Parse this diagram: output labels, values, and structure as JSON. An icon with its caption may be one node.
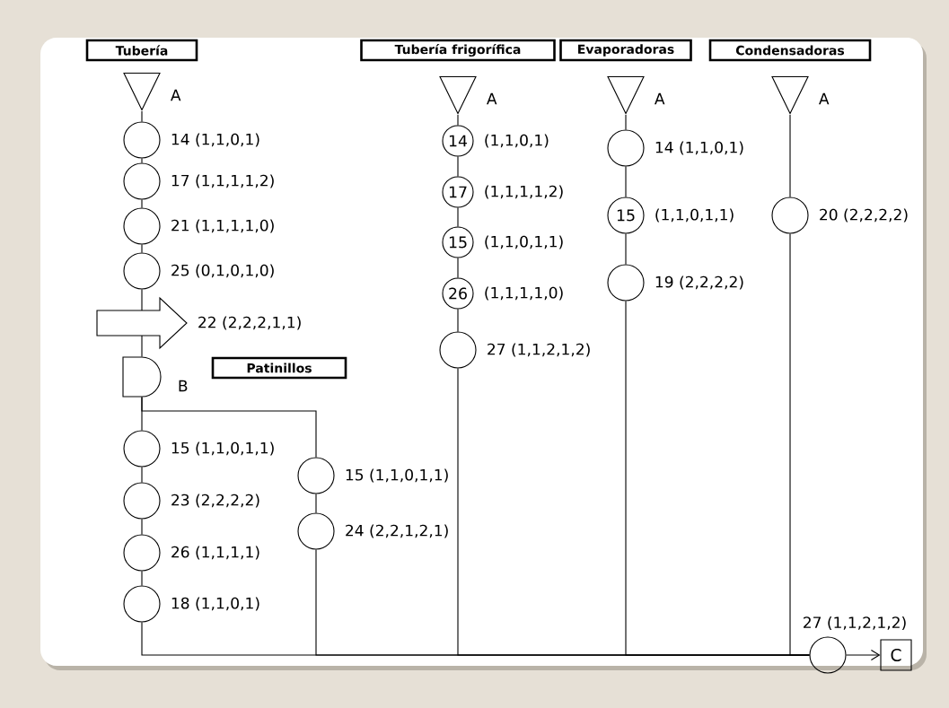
{
  "diagram": {
    "nodes": [
      {
        "text": [
          "Tubería"
        ]
      },
      {
        "text": [],
        "shape": "triangle",
        "beside": [
          "A"
        ]
      },
      {
        "text": [],
        "shape": "circle",
        "beside": [
          "14 (1,1,0,1)"
        ]
      },
      {
        "text": [],
        "shape": "circle",
        "beside": [
          "17 (1,1,1,1,2)"
        ]
      },
      {
        "text": [],
        "shape": "circle",
        "beside": [
          "21 (1,1,1,1,0)"
        ]
      },
      {
        "text": [],
        "shape": "circle",
        "beside": [
          "25 (0,1,0,1,0)"
        ]
      },
      {
        "text": [],
        "shape": "arrow",
        "beside": [
          "22 (2,2,2,1,1)"
        ]
      },
      {
        "text": [],
        "shape": "semicircle",
        "beside": [
          "B"
        ]
      },
      {
        "text": [
          "Patinillos"
        ]
      },
      {
        "text": [],
        "shape": "circle",
        "beside": [
          "15 (1,1,0,1,1)"
        ]
      },
      {
        "text": [],
        "shape": "circle",
        "beside": [
          "23 (2,2,2,2)"
        ]
      },
      {
        "text": [],
        "shape": "circle",
        "beside": [
          "26 (1,1,1,1)"
        ]
      },
      {
        "text": [],
        "shape": "circle",
        "beside": [
          "18 (1,1,0,1)"
        ]
      },
      {
        "text": [],
        "shape": "circle",
        "beside": [
          "15 (1,1,0,1,1)"
        ]
      },
      {
        "text": [],
        "shape": "circle",
        "beside": [
          "24 (2,2,1,2,1)"
        ]
      },
      {
        "text": [
          "Tubería frigorífica"
        ]
      },
      {
        "text": [],
        "shape": "triangle",
        "beside": [
          "A"
        ]
      },
      {
        "text": [
          "14"
        ],
        "beside": [
          "(1,1,0,1)"
        ]
      },
      {
        "text": [
          "17"
        ],
        "beside": [
          "(1,1,1,1,2)"
        ]
      },
      {
        "text": [
          "15"
        ],
        "beside": [
          "(1,1,0,1,1)"
        ]
      },
      {
        "text": [
          "26"
        ],
        "beside": [
          "(1,1,1,1,0)"
        ]
      },
      {
        "text": [],
        "shape": "circle",
        "beside": [
          "27 (1,1,2,1,2)"
        ]
      },
      {
        "text": [
          "Evaporadoras"
        ]
      },
      {
        "text": [],
        "shape": "triangle",
        "beside": [
          "A"
        ]
      },
      {
        "text": [],
        "shape": "circle",
        "beside": [
          "14 (1,1,0,1)"
        ]
      },
      {
        "text": [
          "15"
        ],
        "beside": [
          "(1,1,0,1,1)"
        ]
      },
      {
        "text": [],
        "shape": "circle",
        "beside": [
          "19 (2,2,2,2)"
        ]
      },
      {
        "text": [
          "Condensadoras"
        ]
      },
      {
        "text": [],
        "shape": "triangle",
        "beside": [
          "A"
        ]
      },
      {
        "text": [],
        "shape": "circle",
        "beside": [
          "20 (2,2,2,2)"
        ]
      },
      {
        "text": [],
        "shape": "circle",
        "beside": [
          "27 (1,1,2,1,2)"
        ]
      },
      {
        "text": [
          "C"
        ]
      }
    ],
    "edges": [
      {
        "from": 1,
        "to": 2,
        "arrow": "none"
      },
      {
        "from": 2,
        "to": 3,
        "arrow": "none"
      },
      {
        "from": 3,
        "to": 4,
        "arrow": "none"
      },
      {
        "from": 4,
        "to": 5,
        "arrow": "none"
      },
      {
        "from": 5,
        "to": 6,
        "arrow": "none"
      },
      {
        "from": 6,
        "to": 7,
        "arrow": "none"
      },
      {
        "from": 7,
        "to": 9,
        "arrow": "none"
      },
      {
        "from": 7,
        "to": 13,
        "arrow": "none"
      },
      {
        "from": 9,
        "to": 10,
        "arrow": "none"
      },
      {
        "from": 10,
        "to": 11,
        "arrow": "none"
      },
      {
        "from": 11,
        "to": 12,
        "arrow": "none"
      },
      {
        "from": 13,
        "to": 14,
        "arrow": "none"
      },
      {
        "from": 16,
        "to": 17,
        "arrow": "none"
      },
      {
        "from": 17,
        "to": 18,
        "arrow": "none"
      },
      {
        "from": 18,
        "to": 19,
        "arrow": "none"
      },
      {
        "from": 19,
        "to": 20,
        "arrow": "none"
      },
      {
        "from": 20,
        "to": 21,
        "arrow": "none"
      },
      {
        "from": 23,
        "to": 24,
        "arrow": "none"
      },
      {
        "from": 24,
        "to": 25,
        "arrow": "none"
      },
      {
        "from": 25,
        "to": 26,
        "arrow": "none"
      },
      {
        "from": 28,
        "to": 29,
        "arrow": "none"
      },
      {
        "from": 12,
        "to": 30,
        "arrow": "none"
      },
      {
        "from": 14,
        "to": 30,
        "arrow": "none"
      },
      {
        "from": 21,
        "to": 30,
        "arrow": "none"
      },
      {
        "from": 26,
        "to": 30,
        "arrow": "none"
      },
      {
        "from": 29,
        "to": 30,
        "arrow": "none"
      },
      {
        "from": 30,
        "to": 31,
        "arrow": "to"
      }
    ]
  }
}
